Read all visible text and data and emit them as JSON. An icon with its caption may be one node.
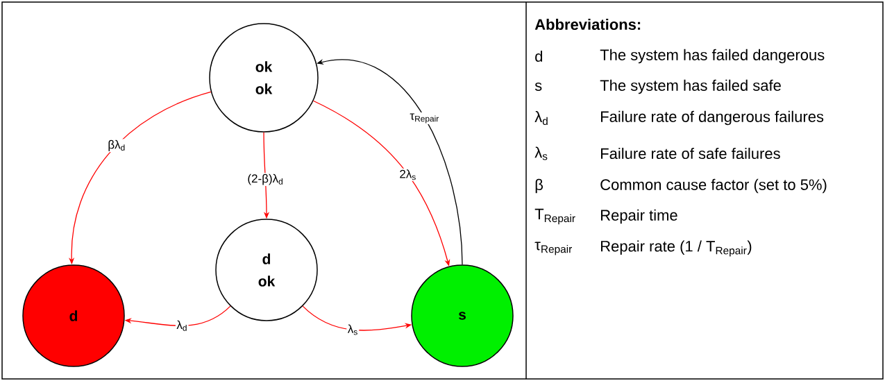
{
  "diagram": {
    "nodes": [
      {
        "text": [
          "ok ok"
        ]
      },
      {
        "text": [
          "d ok"
        ]
      },
      {
        "text": [
          "d"
        ]
      },
      {
        "text": [
          "s"
        ]
      }
    ],
    "edges": [
      {
        "from": 0,
        "to": 2,
        "arrow": "to",
        "label": "βλ$_{d}$"
      },
      {
        "from": 0,
        "to": 1,
        "arrow": "to",
        "label": "(2-β)λ$_{d}$"
      },
      {
        "from": 0,
        "to": 3,
        "arrow": "to",
        "label": "2λ$_{s}$"
      },
      {
        "from": 1,
        "to": 2,
        "arrow": "to",
        "label": "λ$_{d}$"
      },
      {
        "from": 1,
        "to": 3,
        "arrow": "to",
        "label": "λ$_{s}$"
      },
      {
        "from": 3,
        "to": 0,
        "arrow": "to",
        "label": "τ$_{Repair}$",
        "color": "#000000"
      }
    ],
    "labels": [
      "Abbreviations:",
      "d",
      "The system has failed dangerous",
      "s",
      "The system has failed safe",
      "λ$_{d}$",
      "Failure rate of dangerous failures",
      "λ$_{s}$",
      "Failure rate of safe failures",
      "β",
      "Common cause factor (set to 5%)",
      "T$_{Repair}$",
      "Repair time",
      "τ$_{Repair}$",
      "Repair rate (1 / T$_{Repair}$)"
    ]
  }
}
